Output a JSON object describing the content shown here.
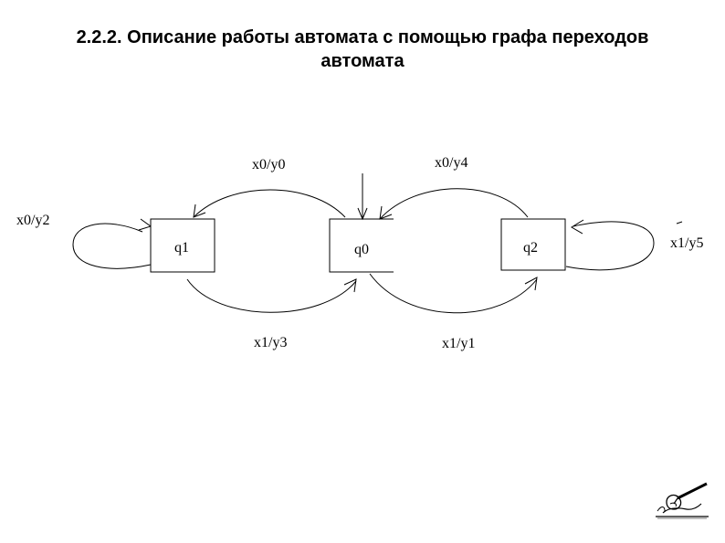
{
  "title": {
    "line1": "2.2.2. Описание работы автомата с помощью графа переходов",
    "line2": "автомата"
  },
  "states": {
    "q0": "q0",
    "q1": "q1",
    "q2": "q2"
  },
  "transitions": {
    "q1_self": "x0/y2",
    "q0_to_q1": "x0/y0",
    "q1_to_q0": "x1/y3",
    "q2_to_q0": "x0/y4",
    "q0_to_q2": "x1/y1",
    "q2_self": "x1/y5"
  },
  "icons": {
    "corner": "pen-writing-icon"
  }
}
